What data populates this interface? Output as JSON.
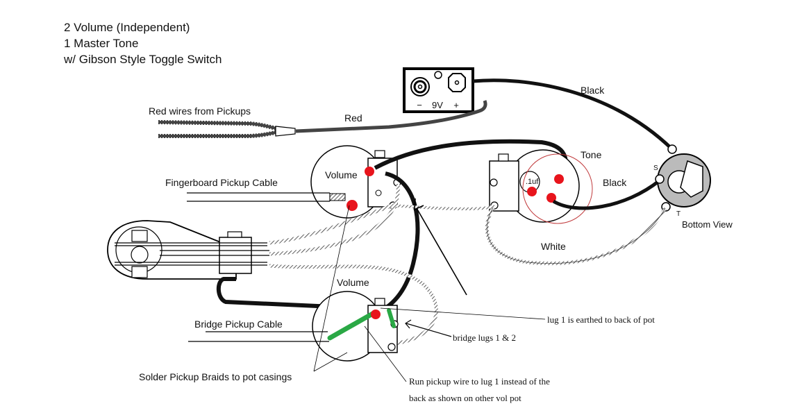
{
  "title_lines": [
    "2 Volume (Independent)",
    "1 Master Tone",
    "w/ Gibson Style Toggle Switch"
  ],
  "battery": {
    "minus": "−",
    "voltage": "9V",
    "plus": "+"
  },
  "labels": {
    "red_wires_from_pickups": "Red wires from Pickups",
    "red": "Red",
    "black_top": "Black",
    "tone": "Tone",
    "black_jack": "Black",
    "cap_value": ".1uf",
    "jack_s": "S",
    "jack_t": "T",
    "bottom_view": "Bottom View",
    "white": "White",
    "volume_neck": "Volume",
    "volume_bridge": "Volume",
    "fingerboard_pickup_cable": "Fingerboard Pickup Cable",
    "bridge_pickup_cable": "Bridge Pickup Cable",
    "solder_braids": "Solder Pickup Braids to pot casings"
  },
  "annotations": {
    "lug1_earthed": "lug 1 is earthed to back of pot",
    "bridge_lugs": "bridge lugs 1 & 2",
    "run_wire_line1": "Run pickup wire to lug 1 instead of the",
    "run_wire_line2": "back as shown on other vol pot"
  },
  "colors": {
    "solder_red": "#e8141c",
    "green_wire": "#2aa845",
    "tone_circle": "#c0393b",
    "wire_black": "#111111"
  }
}
